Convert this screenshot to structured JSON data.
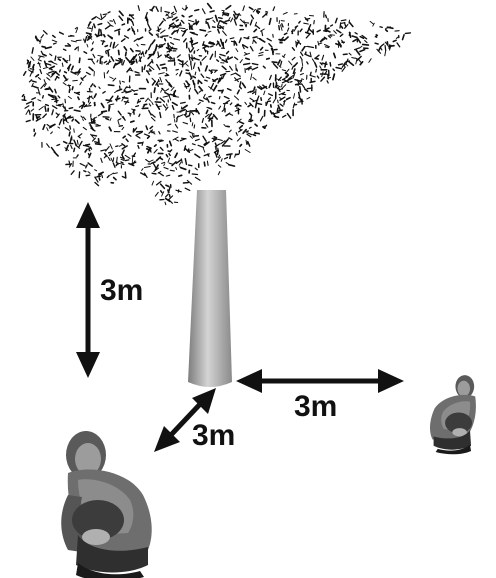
{
  "labels": {
    "vertical_distance": "3m",
    "horizontal_distance": "3m",
    "diagonal_distance": "3m"
  },
  "colors": {
    "ink": "#111111",
    "trunk_light": "#d4d4d4",
    "trunk_dark": "#7d7d7d",
    "person_shade": "#6e6e6e"
  },
  "figures": {
    "canopy": "tree-canopy",
    "trunk": "tree-trunk",
    "person_near": "crouching-person",
    "person_far": "crouching-person"
  }
}
